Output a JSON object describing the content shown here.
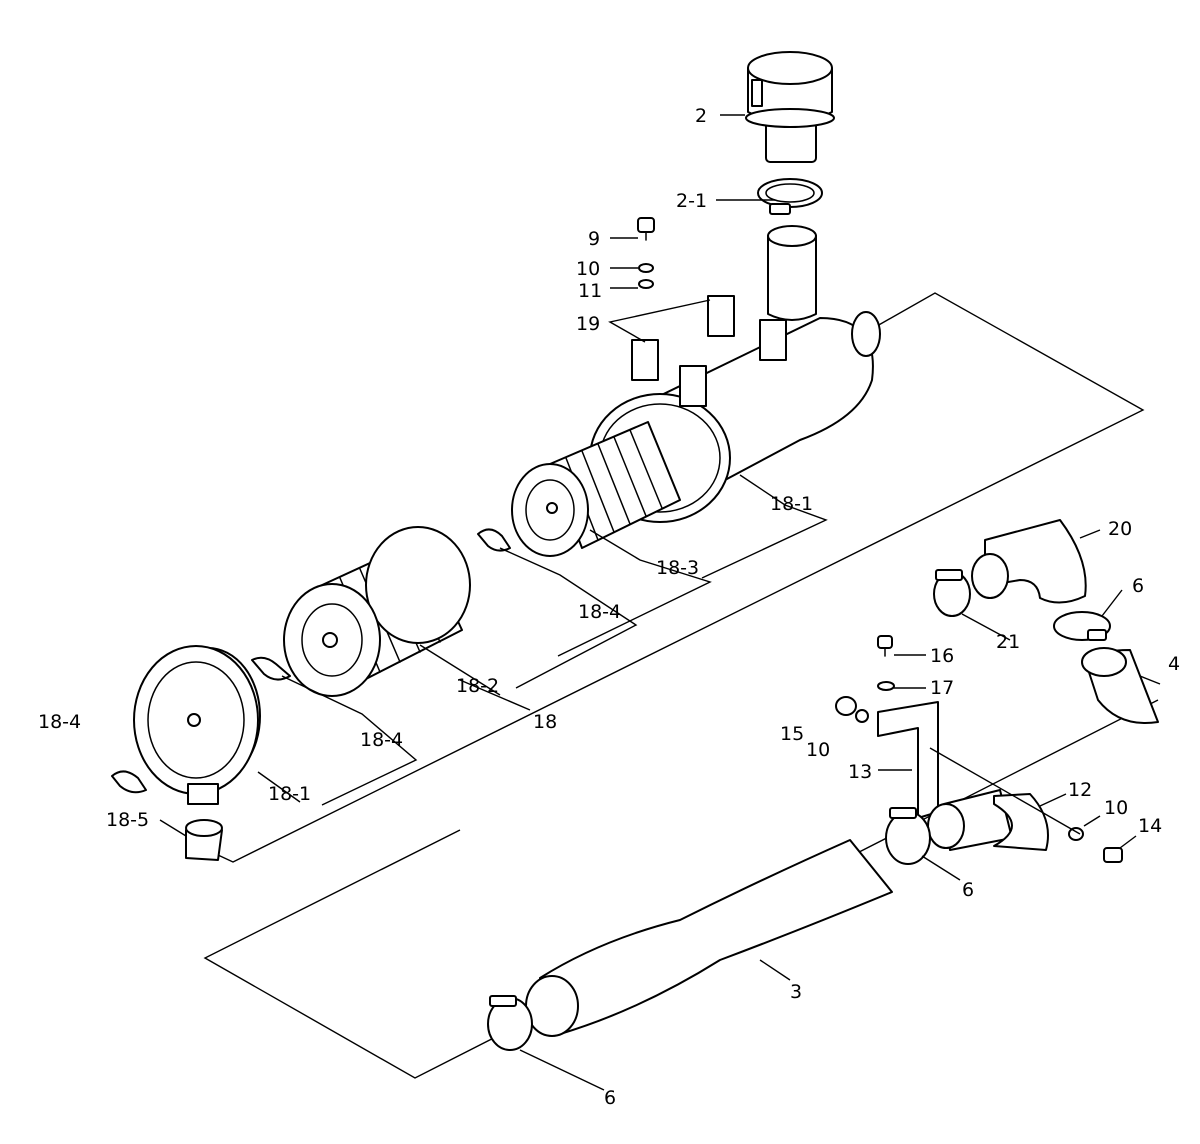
{
  "diagram": {
    "callouts": {
      "c2": "2",
      "c2_1": "2-1",
      "c9": "9",
      "c10_top": "10",
      "c11": "11",
      "c19": "19",
      "c18_1_upper": "18-1",
      "c18_3": "18-3",
      "c18_4_upper": "18-4",
      "c18_2": "18-2",
      "c18": "18",
      "c18_4_mid": "18-4",
      "c18_4_left": "18-4",
      "c18_1_lower": "18-1",
      "c18_5": "18-5",
      "c20": "20",
      "c6_upper": "6",
      "c21": "21",
      "c16": "16",
      "c17": "17",
      "c4": "4",
      "c15": "15",
      "c10_mid": "10",
      "c13": "13",
      "c12": "12",
      "c10_right": "10",
      "c14": "14",
      "c6_mid": "6",
      "c3": "3",
      "c6_bottom": "6"
    }
  }
}
